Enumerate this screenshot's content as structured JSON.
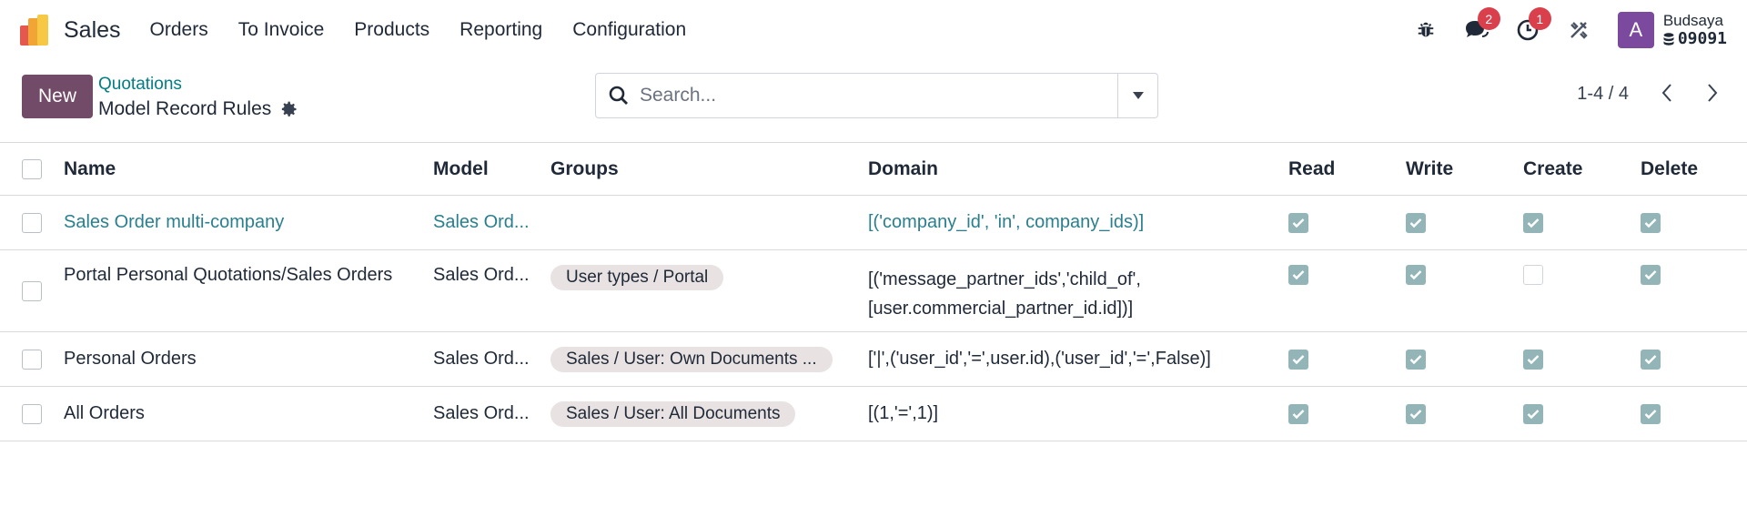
{
  "navbar": {
    "app_name": "Sales",
    "menu": [
      "Orders",
      "To Invoice",
      "Products",
      "Reporting",
      "Configuration"
    ],
    "messages_count": "2",
    "activities_count": "1",
    "avatar_letter": "A",
    "user_name": "Budsaya",
    "database": "09091"
  },
  "control": {
    "new_label": "New",
    "breadcrumb_parent": "Quotations",
    "breadcrumb_current": "Model Record Rules",
    "search_placeholder": "Search...",
    "pager": "1-4 / 4"
  },
  "table": {
    "columns": {
      "name": "Name",
      "model": "Model",
      "groups": "Groups",
      "domain": "Domain",
      "read": "Read",
      "write": "Write",
      "create": "Create",
      "delete": "Delete"
    },
    "rows": [
      {
        "name": "Sales Order multi-company",
        "model": "Sales Ord...",
        "group": "",
        "domain": "[('company_id', 'in', company_ids)]",
        "read": true,
        "write": true,
        "create": true,
        "delete": true
      },
      {
        "name": "Portal Personal Quotations/Sales Orders",
        "model": "Sales Ord...",
        "group": "User types / Portal",
        "domain": "[('message_partner_ids','child_of', [user.commercial_partner_id.id])]",
        "read": true,
        "write": true,
        "create": false,
        "delete": true
      },
      {
        "name": "Personal Orders",
        "model": "Sales Ord...",
        "group": "Sales / User: Own Documents ...",
        "domain": "['|',('user_id','=',user.id),('user_id','=',False)]",
        "read": true,
        "write": true,
        "create": true,
        "delete": true
      },
      {
        "name": "All Orders",
        "model": "Sales Ord...",
        "group": "Sales / User: All Documents",
        "domain": "[(1,'=',1)]",
        "read": true,
        "write": true,
        "create": true,
        "delete": true
      }
    ]
  },
  "colors": {
    "brand": "#714b67",
    "link": "#2a7f8f",
    "badge": "#d9404c",
    "checked": "#93b5b8"
  }
}
